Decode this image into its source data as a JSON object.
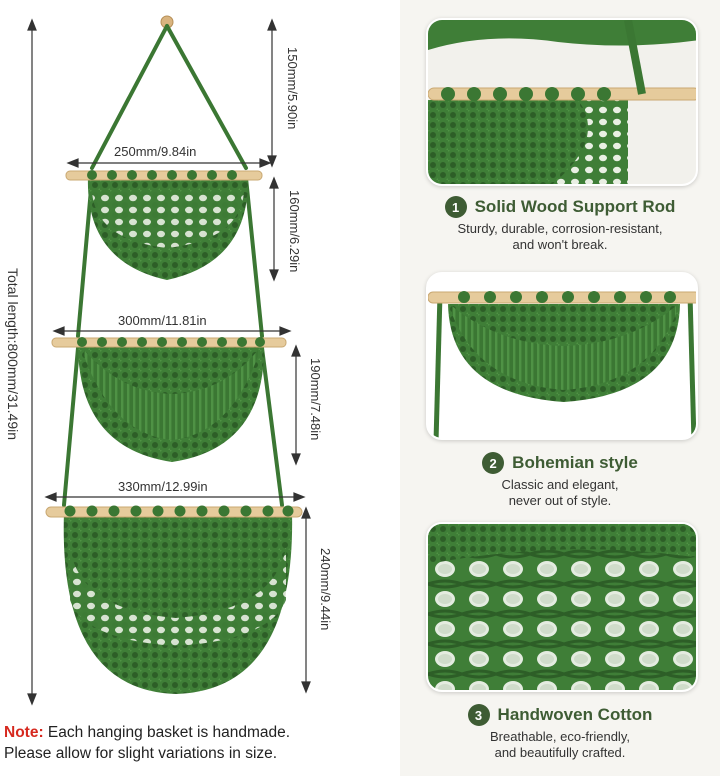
{
  "dimensions": {
    "top_hanger": "150mm/5.90in",
    "basket1_width": "250mm/9.84in",
    "basket1_height": "160mm/6.29in",
    "basket2_width": "300mm/11.81in",
    "basket2_height": "190mm/7.48in",
    "basket3_width": "330mm/12.99in",
    "basket3_height": "240mm/9.44in",
    "total_length": "Total length:800mm/31.49in"
  },
  "note": {
    "label": "Note:",
    "line1": " Each hanging basket is handmade.",
    "line2": "Please allow for slight variations in size."
  },
  "features": [
    {
      "number": "1",
      "title": "Solid Wood Support Rod",
      "desc_line1": "Sturdy, durable, corrosion-resistant,",
      "desc_line2": "and won't break."
    },
    {
      "number": "2",
      "title": "Bohemian style",
      "desc_line1": "Classic and elegant,",
      "desc_line2": "never out of style."
    },
    {
      "number": "3",
      "title": "Handwoven Cotton",
      "desc_line1": "Breathable, eco-friendly,",
      "desc_line2": "and beautifully crafted."
    }
  ],
  "colors": {
    "basket_green": "#3f7e37",
    "basket_dark": "#2d5e27",
    "wood": "#e6cb9c",
    "accent": "#3e5c34",
    "note_red": "#d6281e"
  }
}
